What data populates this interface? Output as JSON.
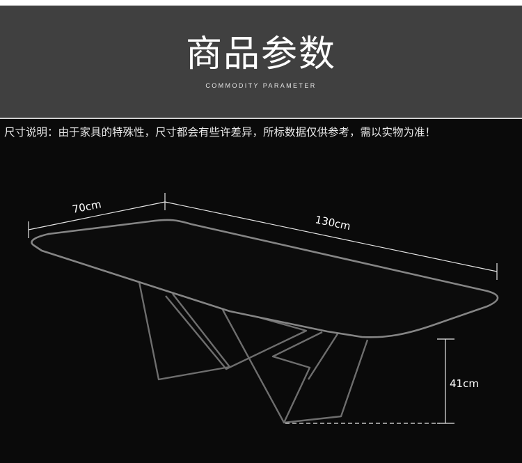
{
  "header": {
    "title": "商品参数",
    "subtitle": "COMMODITY PARAMETER"
  },
  "note": "尺寸说明：由于家具的特殊性，尺寸都会有些许差异，所标数据仅供参考，需以实物为准！",
  "dimensions": {
    "width": "70cm",
    "length": "130cm",
    "height": "41cm"
  },
  "colors": {
    "header_bg": "#404040",
    "page_bg": "#0a0a0a",
    "outline": "#7a7a7a",
    "dimension_line": "#e6e6e6"
  }
}
